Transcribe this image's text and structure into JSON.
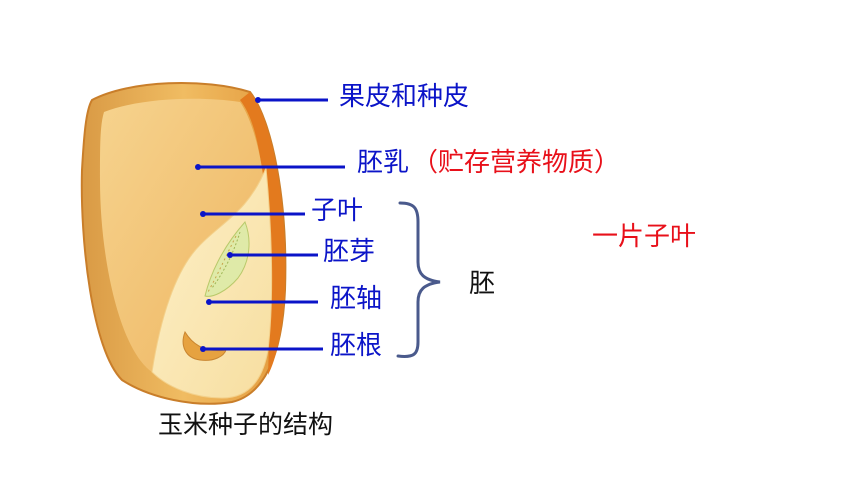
{
  "labels": {
    "pericarp_seedcoat": "果皮和种皮",
    "endosperm": "胚乳",
    "endosperm_note": "（贮存营养物质）",
    "cotyledon": "子叶",
    "plumule": "胚芽",
    "hypocotyl": "胚轴",
    "radicle": "胚根",
    "embryo": "胚",
    "one_cotyledon": "一片子叶",
    "caption": "玉米种子的结构"
  },
  "colors": {
    "leader_line": "#0b14c8",
    "label_blue": "#0b14c8",
    "label_red": "#e8101a",
    "brace": "#4a5a8c",
    "seed_outer": "#e9a64a",
    "seed_edge": "#d9822a",
    "endosperm": "#f3c878",
    "embryo": "#fbe6b0",
    "plumule": "#c8e08a"
  },
  "icons": {
    "seed": "corn-seed-cross-section",
    "brace": "right-curly-brace"
  }
}
